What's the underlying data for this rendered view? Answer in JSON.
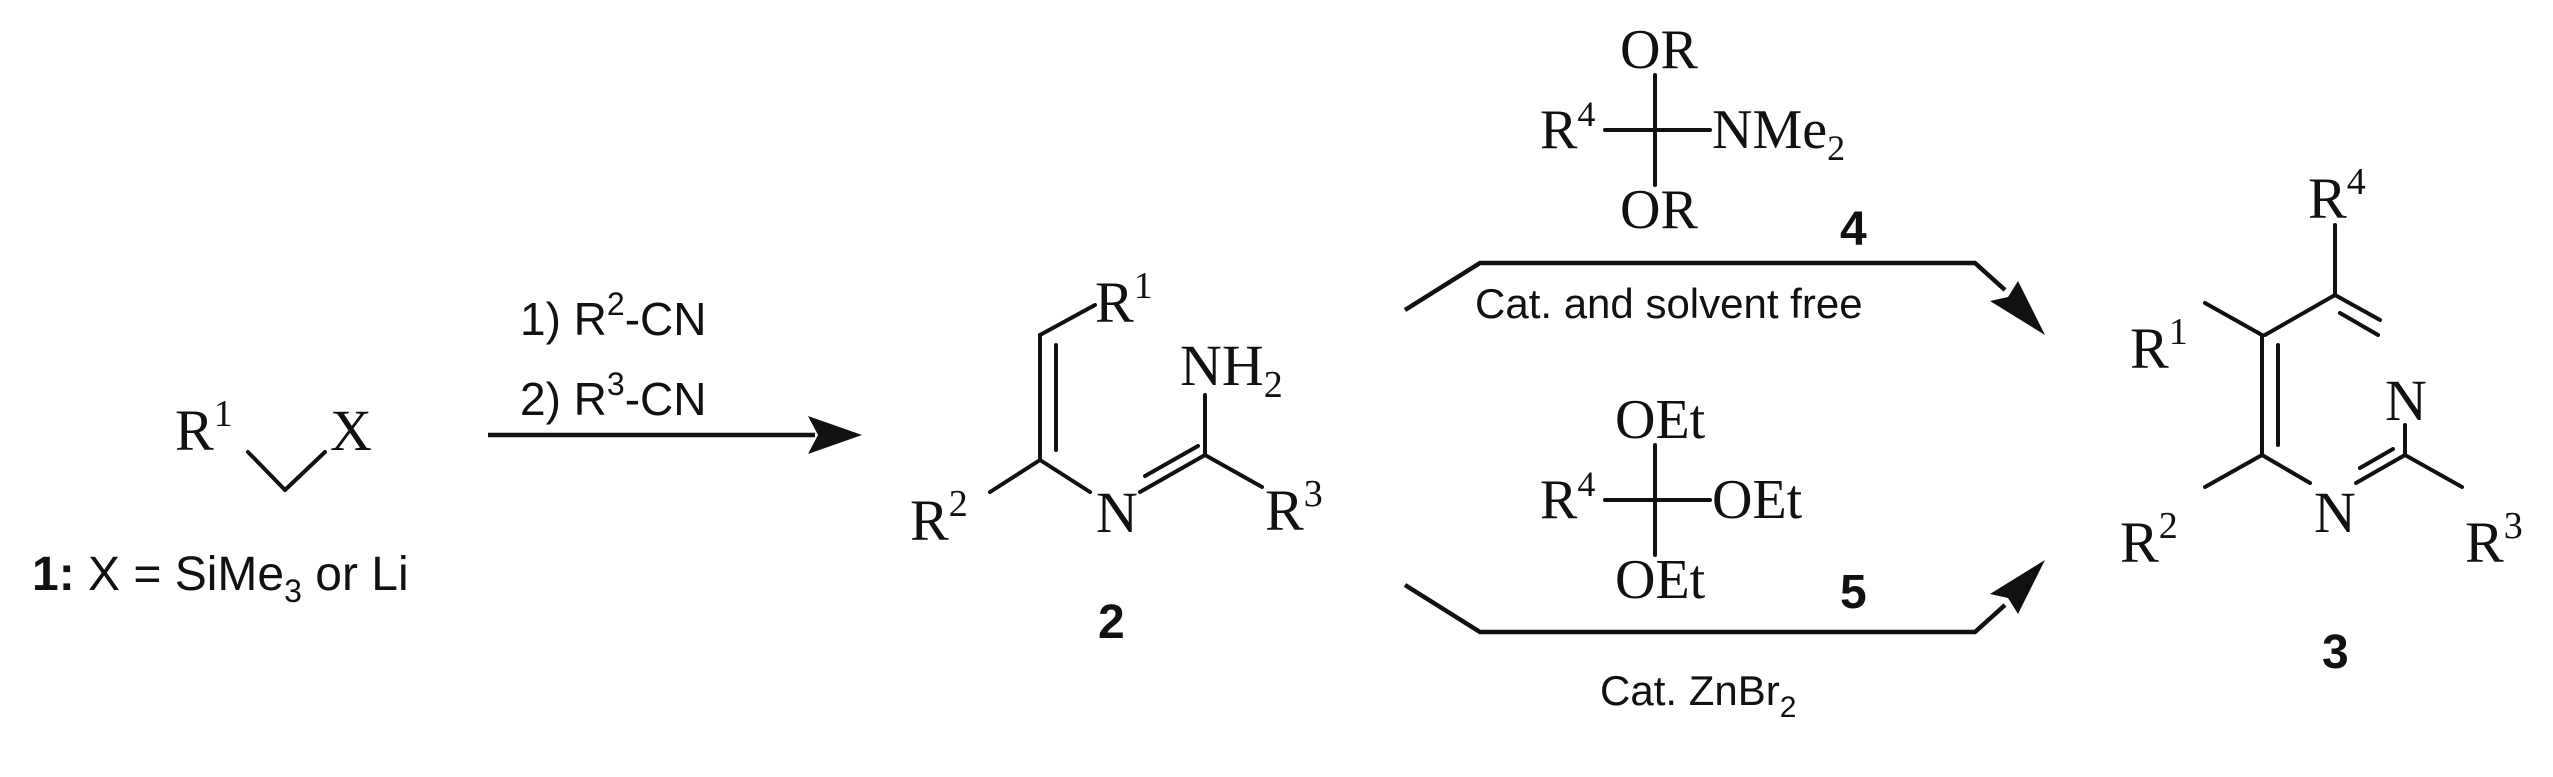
{
  "compound_1": {
    "r": "R",
    "r_sup": "1",
    "x": "X",
    "label_num": "1:",
    "label_prefix": "X = SiMe",
    "label_sub": "3",
    "label_suffix": " or Li"
  },
  "step1": {
    "line1_prefix": "1) R",
    "line1_sup": "2",
    "line1_suffix": "-CN",
    "line2_prefix": "2) R",
    "line2_sup": "3",
    "line2_suffix": "-CN"
  },
  "compound_2": {
    "r1": "R",
    "r1_sup": "1",
    "nh": "NH",
    "nh_sub": "2",
    "r2": "R",
    "r2_sup": "2",
    "n": "N",
    "r3": "R",
    "r3_sup": "3",
    "number": "2"
  },
  "reagent_4": {
    "or_top": "OR",
    "or_bottom": "OR",
    "r": "R",
    "r_sup": "4",
    "nme": "NMe",
    "nme_sub": "2",
    "number": "4",
    "condition": "Cat. and solvent free"
  },
  "reagent_5": {
    "oet_top": "OEt",
    "oet_right": "OEt",
    "oet_bottom": "OEt",
    "r": "R",
    "r_sup": "4",
    "number": "5",
    "condition_prefix": "Cat. ZnBr",
    "condition_sub": "2"
  },
  "compound_3": {
    "r4": "R",
    "r4_sup": "4",
    "r1": "R",
    "r1_sup": "1",
    "n_top": "N",
    "r2": "R",
    "r2_sup": "2",
    "n_bottom": "N",
    "r3": "R",
    "r3_sup": "3",
    "number": "3"
  }
}
